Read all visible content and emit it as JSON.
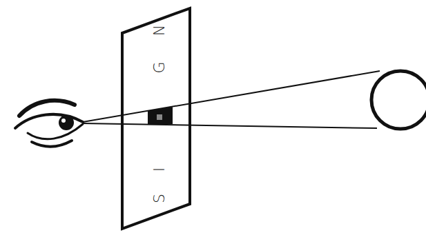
{
  "diagram": {
    "labels": [
      "S",
      "I",
      "G",
      "N"
    ]
  }
}
